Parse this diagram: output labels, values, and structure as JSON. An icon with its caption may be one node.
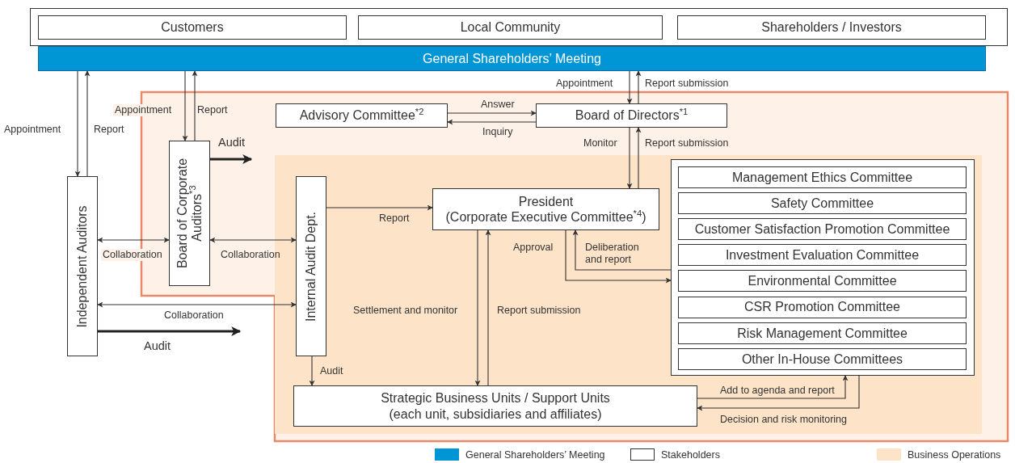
{
  "diagram": {
    "nodes": [
      {
        "text": [],
        "shape": "box"
      },
      {
        "text": [
          "Customers"
        ],
        "in": 0
      },
      {
        "text": [
          "Local Community"
        ],
        "in": 0
      },
      {
        "text": [
          "Shareholders / Investors"
        ],
        "in": 0
      },
      {
        "text": [
          "General Shareholders’ Meeting"
        ]
      },
      {
        "text": [
          "Independent Auditors"
        ]
      },
      {
        "text": [
          "Board of Corporate Auditors$^{*3}$"
        ]
      },
      {
        "text": [
          "Advisory Committee$^{*2}$"
        ]
      },
      {
        "text": [
          "Board of Directors$^{*1}$"
        ]
      },
      {
        "text": [
          "Internal Audit Dept."
        ]
      },
      {
        "text": [
          "President",
          "(Corporate Executive Committee$^{*4}$)"
        ]
      },
      {
        "text": [],
        "shape": "box"
      },
      {
        "text": [
          "Management Ethics Committee"
        ],
        "in": 11
      },
      {
        "text": [
          "Safety Committee"
        ],
        "in": 11
      },
      {
        "text": [
          "Customer Satisfaction Promotion Committee"
        ],
        "in": 11
      },
      {
        "text": [
          "Investment Evaluation Committee"
        ],
        "in": 11
      },
      {
        "text": [
          "Environmental Committee"
        ],
        "in": 11
      },
      {
        "text": [
          "CSR Promotion Committee"
        ],
        "in": 11
      },
      {
        "text": [
          "Risk Management Committee"
        ],
        "in": 11
      },
      {
        "text": [
          "Other In-House Committees"
        ],
        "in": 11
      },
      {
        "text": [
          "Strategic Business Units / Support Units",
          "(each unit, subsidiaries and affiliates)"
        ]
      }
    ],
    "edges": [
      {
        "from": 4,
        "to": 5,
        "arrow": "to",
        "label": "Appointment"
      },
      {
        "from": 5,
        "to": 4,
        "arrow": "to",
        "label": "Report"
      },
      {
        "from": 4,
        "to": 6,
        "arrow": "to",
        "label": "Appointment"
      },
      {
        "from": 6,
        "to": 4,
        "arrow": "to",
        "label": "Report"
      },
      {
        "from": 4,
        "to": 8,
        "arrow": "to",
        "label": "Appointment"
      },
      {
        "from": 8,
        "to": 4,
        "arrow": "to",
        "label": "Report submission"
      },
      {
        "from": 7,
        "to": 8,
        "arrow": "to",
        "label": "Answer"
      },
      {
        "from": 8,
        "to": 7,
        "arrow": "to",
        "label": "Inquiry"
      },
      {
        "from": 8,
        "to": 10,
        "arrow": "to",
        "label": "Monitor"
      },
      {
        "from": 10,
        "to": 8,
        "arrow": "to",
        "label": "Report submission"
      },
      {
        "from": 6,
        "to": null,
        "arrow": "to",
        "label": "Audit",
        "style": "thick"
      },
      {
        "from": 5,
        "to": 6,
        "arrow": "both",
        "label": "Collaboration"
      },
      {
        "from": 6,
        "to": 9,
        "arrow": "both",
        "label": "Collaboration"
      },
      {
        "from": 5,
        "to": 9,
        "arrow": "both",
        "label": "Collaboration"
      },
      {
        "from": 5,
        "to": null,
        "arrow": "to",
        "label": "Audit",
        "style": "thick"
      },
      {
        "from": 9,
        "to": 10,
        "arrow": "to",
        "label": "Report"
      },
      {
        "from": 9,
        "to": 20,
        "arrow": "to",
        "label": "Audit"
      },
      {
        "from": 10,
        "to": 20,
        "arrow": "to",
        "label": "Settlement and monitor"
      },
      {
        "from": 20,
        "to": 10,
        "arrow": "to",
        "label": "Report submission"
      },
      {
        "from": 10,
        "to": 11,
        "arrow": "to",
        "label": "Approval"
      },
      {
        "from": 11,
        "to": 10,
        "arrow": "to",
        "label": "Deliberation and report"
      },
      {
        "from": 20,
        "to": 11,
        "arrow": "to",
        "label": "Add to agenda and report"
      },
      {
        "from": 11,
        "to": 20,
        "arrow": "to",
        "label": "Decision and risk monitoring"
      }
    ],
    "legend": [
      {
        "text": "General Shareholders’ Meeting",
        "color": "#0096d6"
      },
      {
        "text": "Stakeholders",
        "color": "#ffffff"
      },
      {
        "text": "Business Operations",
        "color": "#fde3c8"
      }
    ]
  }
}
